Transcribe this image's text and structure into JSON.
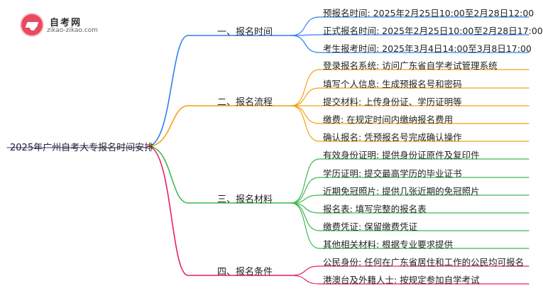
{
  "logo": {
    "title": "自考网",
    "url": "zikao-zikao.com",
    "icon": "graduation-cap-icon"
  },
  "root": "2025年广州自考大专报名时间安排",
  "colors": {
    "blue": "#2f80ed",
    "orange": "#f2a20c",
    "green": "#3fb950",
    "pink": "#e91e63",
    "root_line": "#8a6cd1"
  },
  "branches": [
    {
      "label": "一、报名时间",
      "color": "blue",
      "children": [
        "预报名时间: 2025年2月25日10:00至2月28日12:00",
        "正式报名时间: 2025年2月25日10:00至2月28日17:00",
        "考生报考时间: 2025年3月4日14:00至3月8日17:00"
      ]
    },
    {
      "label": "二、报名流程",
      "color": "orange",
      "children": [
        "登录报名系统: 访问广东省自学考试管理系统",
        "填写个人信息: 生成预报名号和密码",
        "提交材料: 上传身份证、学历证明等",
        "缴费: 在规定时间内缴纳报名费用",
        "确认报名: 凭预报名号完成确认操作"
      ]
    },
    {
      "label": "三、报名材料",
      "color": "green",
      "children": [
        "有效身份证明: 提供身份证原件及复印件",
        "学历证明: 提交最高学历的毕业证书",
        "近期免冠照片: 提供几张近期的免冠照片",
        "报名表: 填写完整的报名表",
        "缴费凭证: 保留缴费凭证",
        "其他相关材料: 根据专业要求提供"
      ]
    },
    {
      "label": "四、报名条件",
      "color": "pink",
      "children": [
        "公民身份: 任何在广东省居住和工作的公民均可报名",
        "港澳台及外籍人士: 按规定参加自学考试"
      ]
    }
  ]
}
